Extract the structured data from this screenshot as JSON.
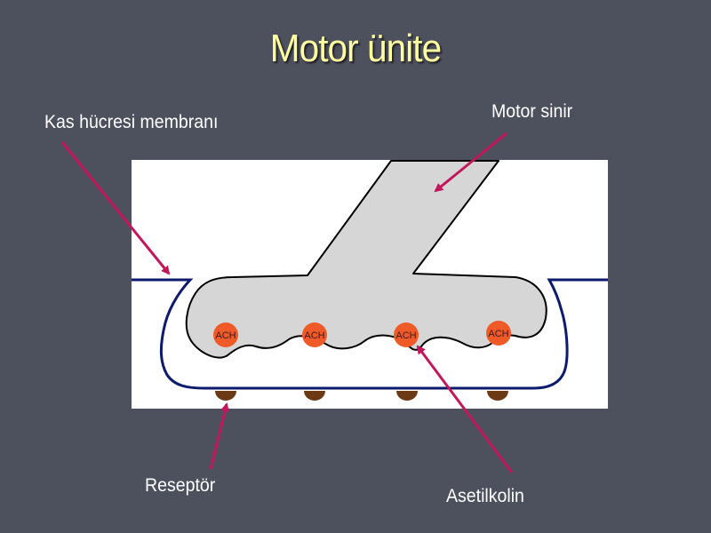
{
  "slide": {
    "title": "Motor ünite"
  },
  "labels": {
    "membrane": "Kas hücresi membranı",
    "nerve": "Motor sinir",
    "receptor": "Reseptör",
    "acetylcholine": "Asetilkolin"
  },
  "vesicles": [
    {
      "text": "ACH"
    },
    {
      "text": "ACH"
    },
    {
      "text": "ACH"
    },
    {
      "text": "ACH"
    }
  ],
  "colors": {
    "background": "#4d505d",
    "title": "#ffffa0",
    "arrow": "#c2185b",
    "membrane": "#0d1a6e",
    "nerve_fill": "#d6d6d6",
    "vesicle": "#f05a28",
    "receptor": "#6b3a14"
  }
}
